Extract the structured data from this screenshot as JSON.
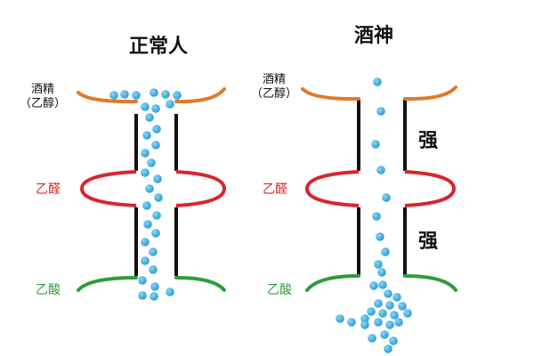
{
  "titles": {
    "normal": "正常人",
    "drinker": "酒神"
  },
  "labels": {
    "ethanol_line1": "酒精",
    "ethanol_line2": "（乙醇）",
    "aldehyde": "乙醛",
    "acid": "乙酸"
  },
  "strong_chars": [
    "强",
    "强"
  ],
  "colors": {
    "ethanol_layer": "#e07a2a",
    "aldehyde_layer": "#d6262d",
    "acid_layer": "#2f9c3a",
    "wall": "#111111",
    "molecule": "#2a9fd6",
    "molecule_highlight": "#8fd3f5"
  }
}
